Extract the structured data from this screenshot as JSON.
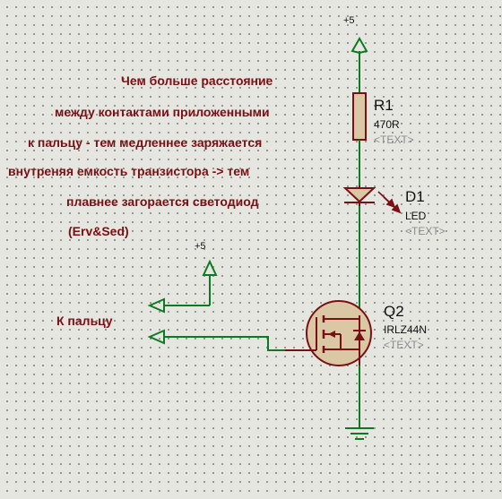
{
  "annotation": {
    "lines": [
      "Чем больше расстояние",
      "между контактами приложенными",
      "к пальцу - тем медленнее заряжается",
      "внутреняя емкость транзистора -> тем",
      "плавнее загорается светодиод",
      "(Erv&Sed)"
    ]
  },
  "finger_label": "К пальцу",
  "components": {
    "power_main": {
      "label": "+5"
    },
    "power_aux": {
      "label": "+5"
    },
    "r1": {
      "ref": "R1",
      "value": "470R",
      "text": "<TEXT>"
    },
    "d1": {
      "ref": "D1",
      "value": "LED",
      "text": "<TEXT>"
    },
    "q2": {
      "ref": "Q2",
      "value": "IRLZ44N",
      "text": "<TEXT>"
    }
  },
  "colors": {
    "wire": "#0d7a22",
    "component": "#7a0f14",
    "component_fill": "#d9c8a3",
    "annotation_text": "#7a0f14",
    "placeholder_text": "#8c8c8c"
  }
}
